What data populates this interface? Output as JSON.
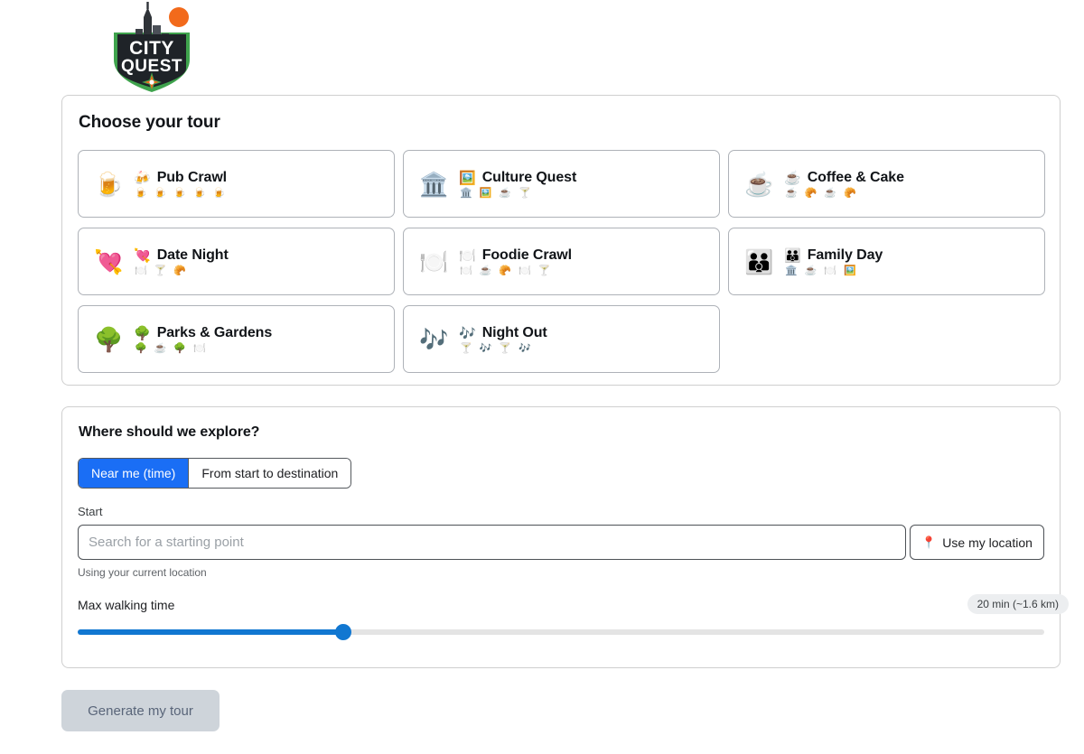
{
  "logo": {
    "line1": "CITY",
    "line2": "QUEST",
    "colors": {
      "green": "#3fa34d",
      "dark": "#3b3f45",
      "orange": "#f26a1b",
      "white": "#ffffff"
    }
  },
  "tour_panel": {
    "title": "Choose your tour",
    "cards": [
      {
        "name": "pub-crawl",
        "big_emoji": "🍺",
        "title_emoji": "🍻",
        "title": "Pub Crawl",
        "chips": [
          "🍺",
          "🍺",
          "🍺",
          "🍺",
          "🍺"
        ]
      },
      {
        "name": "culture-quest",
        "big_emoji": "🏛️",
        "title_emoji": "🖼️",
        "title": "Culture Quest",
        "chips": [
          "🏛️",
          "🖼️",
          "☕",
          "🍸"
        ]
      },
      {
        "name": "coffee-and-cake",
        "big_emoji": "☕",
        "title_emoji": "☕",
        "title": "Coffee & Cake",
        "chips": [
          "☕",
          "🥐",
          "☕",
          "🥐"
        ]
      },
      {
        "name": "date-night",
        "big_emoji": "💘",
        "title_emoji": "💘",
        "title": "Date Night",
        "chips": [
          "🍽️",
          "🍸",
          "🥐"
        ]
      },
      {
        "name": "foodie-crawl",
        "big_emoji": "🍽️",
        "title_emoji": "🍽️",
        "title": "Foodie Crawl",
        "chips": [
          "🍽️",
          "☕",
          "🥐",
          "🍽️",
          "🍸"
        ]
      },
      {
        "name": "family-day",
        "big_emoji": "👪",
        "title_emoji": "👪",
        "title": "Family Day",
        "chips": [
          "🏛️",
          "☕",
          "🍽️",
          "🖼️"
        ]
      },
      {
        "name": "parks-and-gardens",
        "big_emoji": "🌳",
        "title_emoji": "🌳",
        "title": "Parks & Gardens",
        "chips": [
          "🌳",
          "☕",
          "🌳",
          "🍽️"
        ]
      },
      {
        "name": "night-out",
        "big_emoji": "🎶",
        "title_emoji": "🎶",
        "title": "Night Out",
        "chips": [
          "🍸",
          "🎶",
          "🍸",
          "🎶"
        ]
      }
    ]
  },
  "explore_panel": {
    "title": "Where should we explore?",
    "mode_toggle": {
      "options": [
        "Near me (time)",
        "From start to destination"
      ],
      "selected": "Near me (time)"
    },
    "start_field": {
      "label": "Start",
      "value": "",
      "placeholder": "Search for a starting point",
      "help": "Using your current location"
    },
    "use_location_button": {
      "label": "Use my location",
      "icon": "📍"
    },
    "walking_time": {
      "label": "Max walking time",
      "badge": "20 min (~1.6 km)",
      "fill_percent": 27.5
    },
    "accent_color": "#1a6ef5",
    "slider_color": "#1177d1"
  },
  "footer": {
    "generate_button": "Generate my tour"
  }
}
